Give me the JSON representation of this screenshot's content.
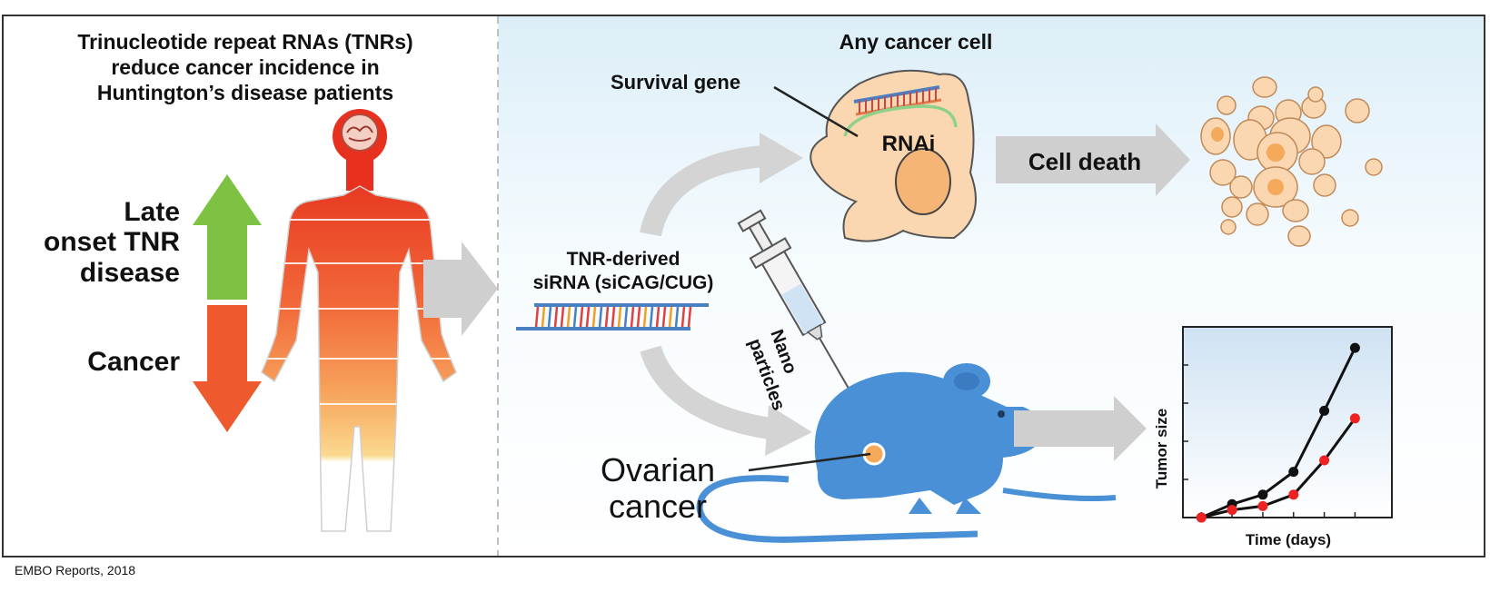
{
  "left_panel": {
    "title_lines": [
      "Trinucleotide repeat RNAs (TNRs)",
      "reduce cancer incidence in",
      "Huntington’s disease patients"
    ],
    "late_onset_lines": [
      "Late",
      "onset TNR",
      "disease"
    ],
    "cancer_label": "Cancer"
  },
  "right_panel": {
    "sirna_lines": [
      "TNR-derived",
      "siRNA (siCAG/CUG)"
    ],
    "cell_title": "Any cancer cell",
    "survival_gene": "Survival gene",
    "rnai": "RNAi",
    "cell_death": "Cell death",
    "nano_lines": [
      "Nano",
      "particles"
    ],
    "ovarian_lines": [
      "Ovarian",
      "cancer"
    ]
  },
  "chart_data": {
    "type": "line",
    "xlabel": "Time (days)",
    "ylabel": "Tumor size",
    "x": [
      1,
      2,
      3,
      4,
      5,
      6
    ],
    "xlim": [
      0.4,
      7.2
    ],
    "ylim": [
      0,
      100
    ],
    "series": [
      {
        "color": "#111111",
        "values": [
          0,
          7,
          12,
          24,
          56,
          89
        ],
        "x": [
          1,
          2,
          3,
          4,
          5,
          6
        ]
      },
      {
        "color": "#ee2222",
        "values": [
          0,
          4,
          6,
          12,
          30,
          52
        ],
        "x": [
          1,
          2,
          3,
          4,
          5,
          6
        ]
      }
    ]
  },
  "credit": "EMBO Reports, 2018",
  "colors": {
    "arrow_up": "#7dc242",
    "arrow_down": "#ee5a2e",
    "mouse": "#4a90d6",
    "cell_fill": "#fad7b0",
    "flow_arrow": "#cfcfcf",
    "sirna_strand": "#4a7fc1"
  }
}
